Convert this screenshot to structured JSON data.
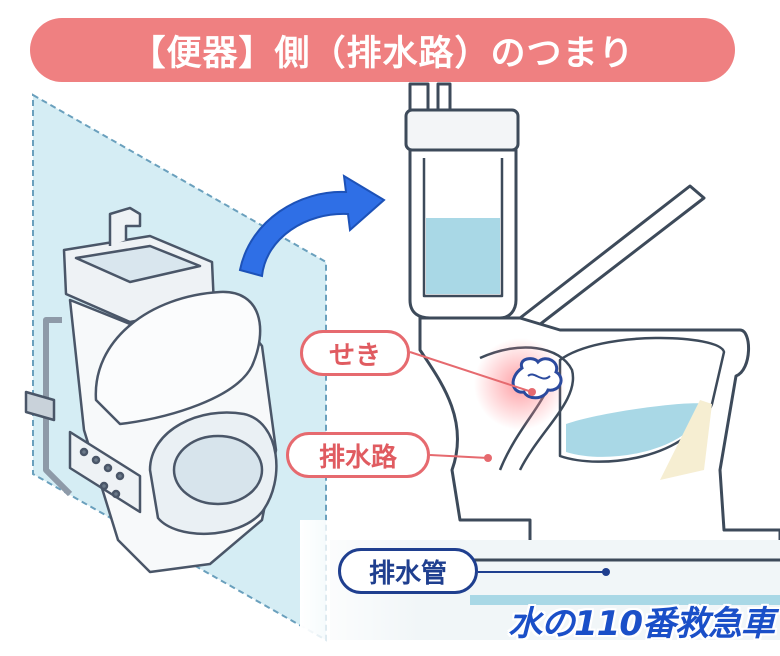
{
  "title": "【便器】側（排水路）のつまり",
  "labels": {
    "weir": "せき",
    "drain_path": "排水路",
    "drain_pipe": "排水管"
  },
  "brand": "水の110番救急車",
  "colors": {
    "title_bg": "#ef8081",
    "label_red": "#e66a6f",
    "label_blue": "#1f3f8f",
    "arrow_blue": "#2f6fe6",
    "water": "#a9d8e6",
    "outline": "#3d4a5a",
    "panel": "#bfe3ee"
  },
  "icons": {
    "arrow": "curved-arrow-icon",
    "clog": "toilet-paper-clog-icon"
  }
}
